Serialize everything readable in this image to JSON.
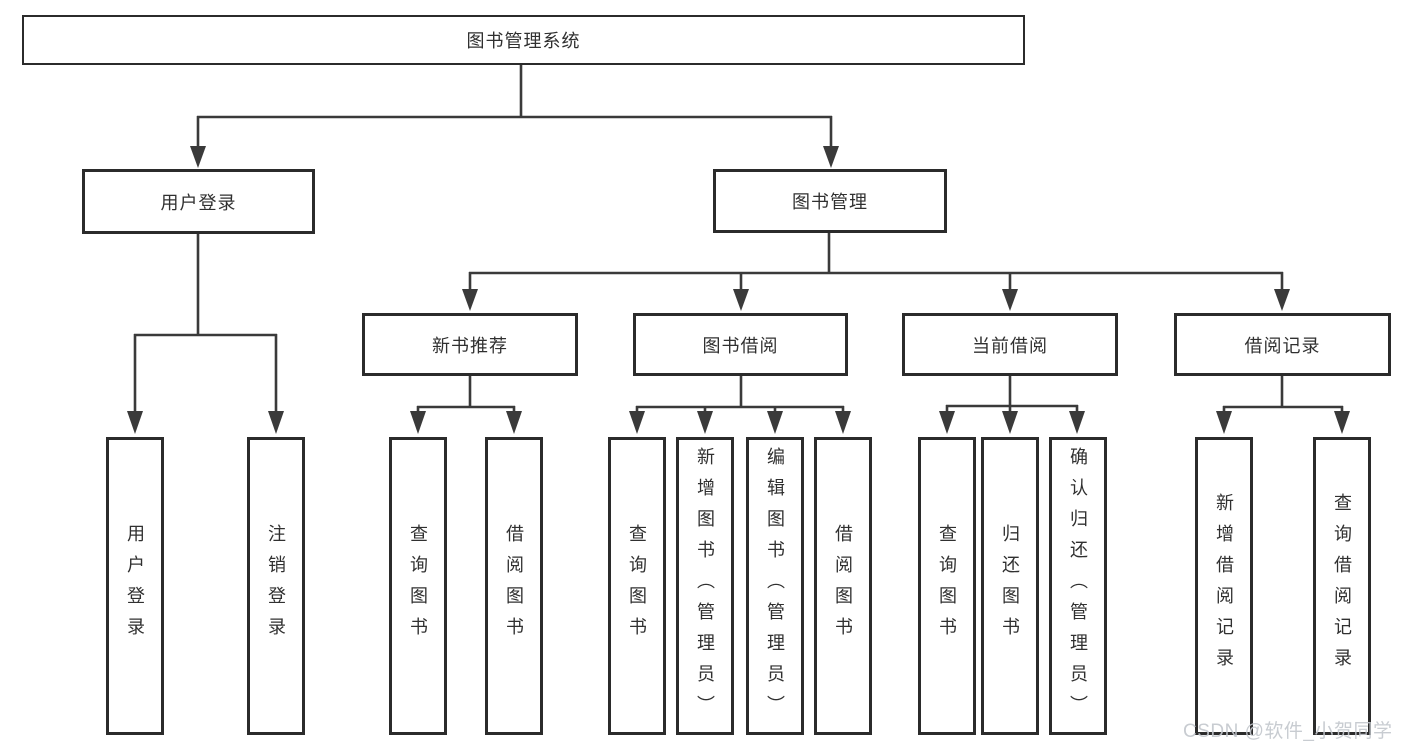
{
  "colors": {
    "background": "#ffffff",
    "line": "#3a3a3a",
    "box_border": "#2b2b2b",
    "text": "#303030",
    "watermark": "#c3c7cd"
  },
  "nodes": {
    "root": "图书管理系统",
    "user_login": "用户登录",
    "book_mgmt": "图书管理",
    "new_books": "新书推荐",
    "book_borrow": "图书借阅",
    "current_borrow": "当前借阅",
    "borrow_records": "借阅记录"
  },
  "leaves": {
    "user_login": [
      "用户登录",
      "注销登录"
    ],
    "new_books": [
      "查询图书",
      "借阅图书"
    ],
    "book_borrow": [
      "查询图书",
      "新增图书（管理员）",
      "编辑图书（管理员）",
      "借阅图书"
    ],
    "current_borrow": [
      "查询图书",
      "归还图书",
      "确认归还（管理员）"
    ],
    "borrow_records": [
      "新增借阅记录",
      "查询借阅记录"
    ]
  },
  "watermark": {
    "text": "CSDN @软件_小贺同学"
  }
}
